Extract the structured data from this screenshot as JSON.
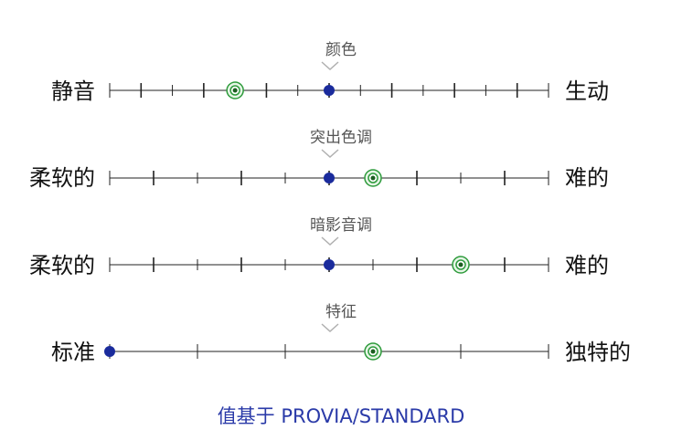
{
  "colors": {
    "axis": "#222222",
    "base_dot": "#1a2b9c",
    "current_ring": "#2e9b3c",
    "current_fill": "#e6f5e6",
    "title": "#555555",
    "footer": "#2a3aa8"
  },
  "icons": {
    "caret": "chevron-down-icon"
  },
  "rows": [
    {
      "title": "颜色",
      "left_label": "静音",
      "right_label": "生动",
      "ticks": 15,
      "center_index": 7,
      "base_index": 7,
      "current_index": 4,
      "tick_style": "mixed"
    },
    {
      "title": "突出色调",
      "left_label": "柔软的",
      "right_label": "难的",
      "ticks": 11,
      "center_index": 5,
      "base_index": 5,
      "current_index": 6,
      "tick_style": "mixed"
    },
    {
      "title": "暗影音调",
      "left_label": "柔软的",
      "right_label": "难的",
      "ticks": 11,
      "center_index": 5,
      "base_index": 5,
      "current_index": 8,
      "tick_style": "mixed"
    },
    {
      "title": "特征",
      "left_label": "标准",
      "right_label": "独特的",
      "ticks": 6,
      "center_index": -1,
      "base_index": 0,
      "current_index": 3,
      "tick_style": "sparse"
    }
  ],
  "footer": "值基于 PROVIA/STANDARD"
}
